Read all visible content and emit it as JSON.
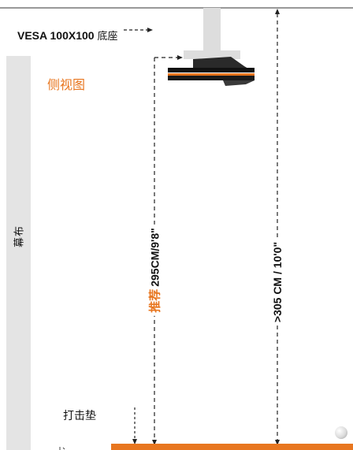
{
  "vesa_label": {
    "main": "VESA 100X100",
    "suffix": "底座"
  },
  "side_view_label": "侧视图",
  "screen_label": "幕布",
  "recommended": {
    "prefix": "推荐",
    "value": "295CM/9'8\""
  },
  "total_height": ">305 CM / 10'0\"",
  "mat_label": "打击垫",
  "colors": {
    "accent": "#e8761f",
    "screen": "#e4e4e4",
    "projector": "#2a2a2a",
    "mount": "#dddddd"
  }
}
